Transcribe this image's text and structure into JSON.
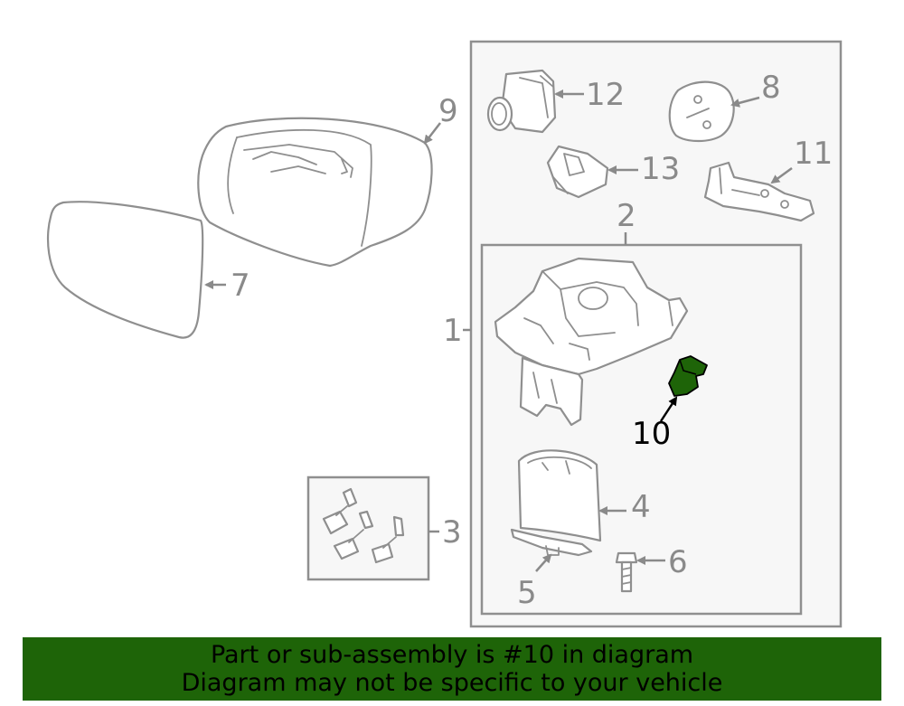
{
  "callouts": {
    "c1": "1",
    "c2": "2",
    "c3": "3",
    "c4": "4",
    "c5": "5",
    "c6": "6",
    "c7": "7",
    "c8": "8",
    "c9": "9",
    "c10": "10",
    "c11": "11",
    "c12": "12",
    "c13": "13"
  },
  "highlight": {
    "part": "10",
    "color": "#1e6408"
  },
  "banner": {
    "line1": "Part or sub-assembly is #10 in diagram",
    "line2": "Diagram may not be specific to your vehicle",
    "color": "#1e6408"
  }
}
